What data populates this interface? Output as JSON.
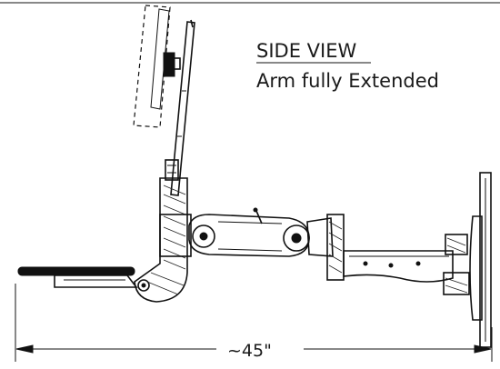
{
  "diagram": {
    "title": "SIDE VIEW",
    "subtitle": "Arm fully Extended",
    "dimension_label": "~45\""
  }
}
